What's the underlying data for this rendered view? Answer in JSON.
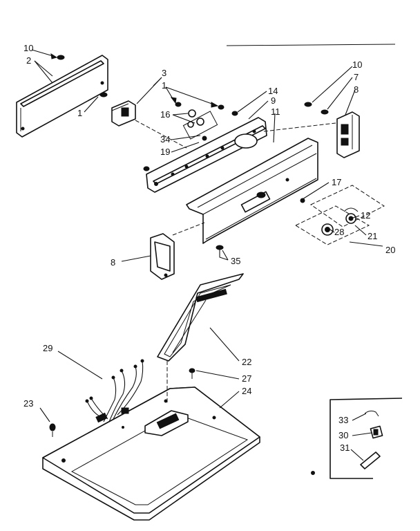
{
  "callouts": {
    "c10a": "10",
    "c2": "2",
    "c1": "1",
    "c3": "3",
    "c1b": "1",
    "c16": "16",
    "c34": "34",
    "c19": "19",
    "c14": "14",
    "c9": "9",
    "c11": "11",
    "c10b": "10",
    "c7": "7",
    "c8a": "8",
    "c17": "17",
    "c12": "12",
    "c28": "28",
    "c21": "21",
    "c20": "20",
    "c8b": "8",
    "c35": "35",
    "c29": "29",
    "c22": "22",
    "c27": "27",
    "c24": "24",
    "c23": "23",
    "c33": "33",
    "c30": "30",
    "c31": "31"
  }
}
